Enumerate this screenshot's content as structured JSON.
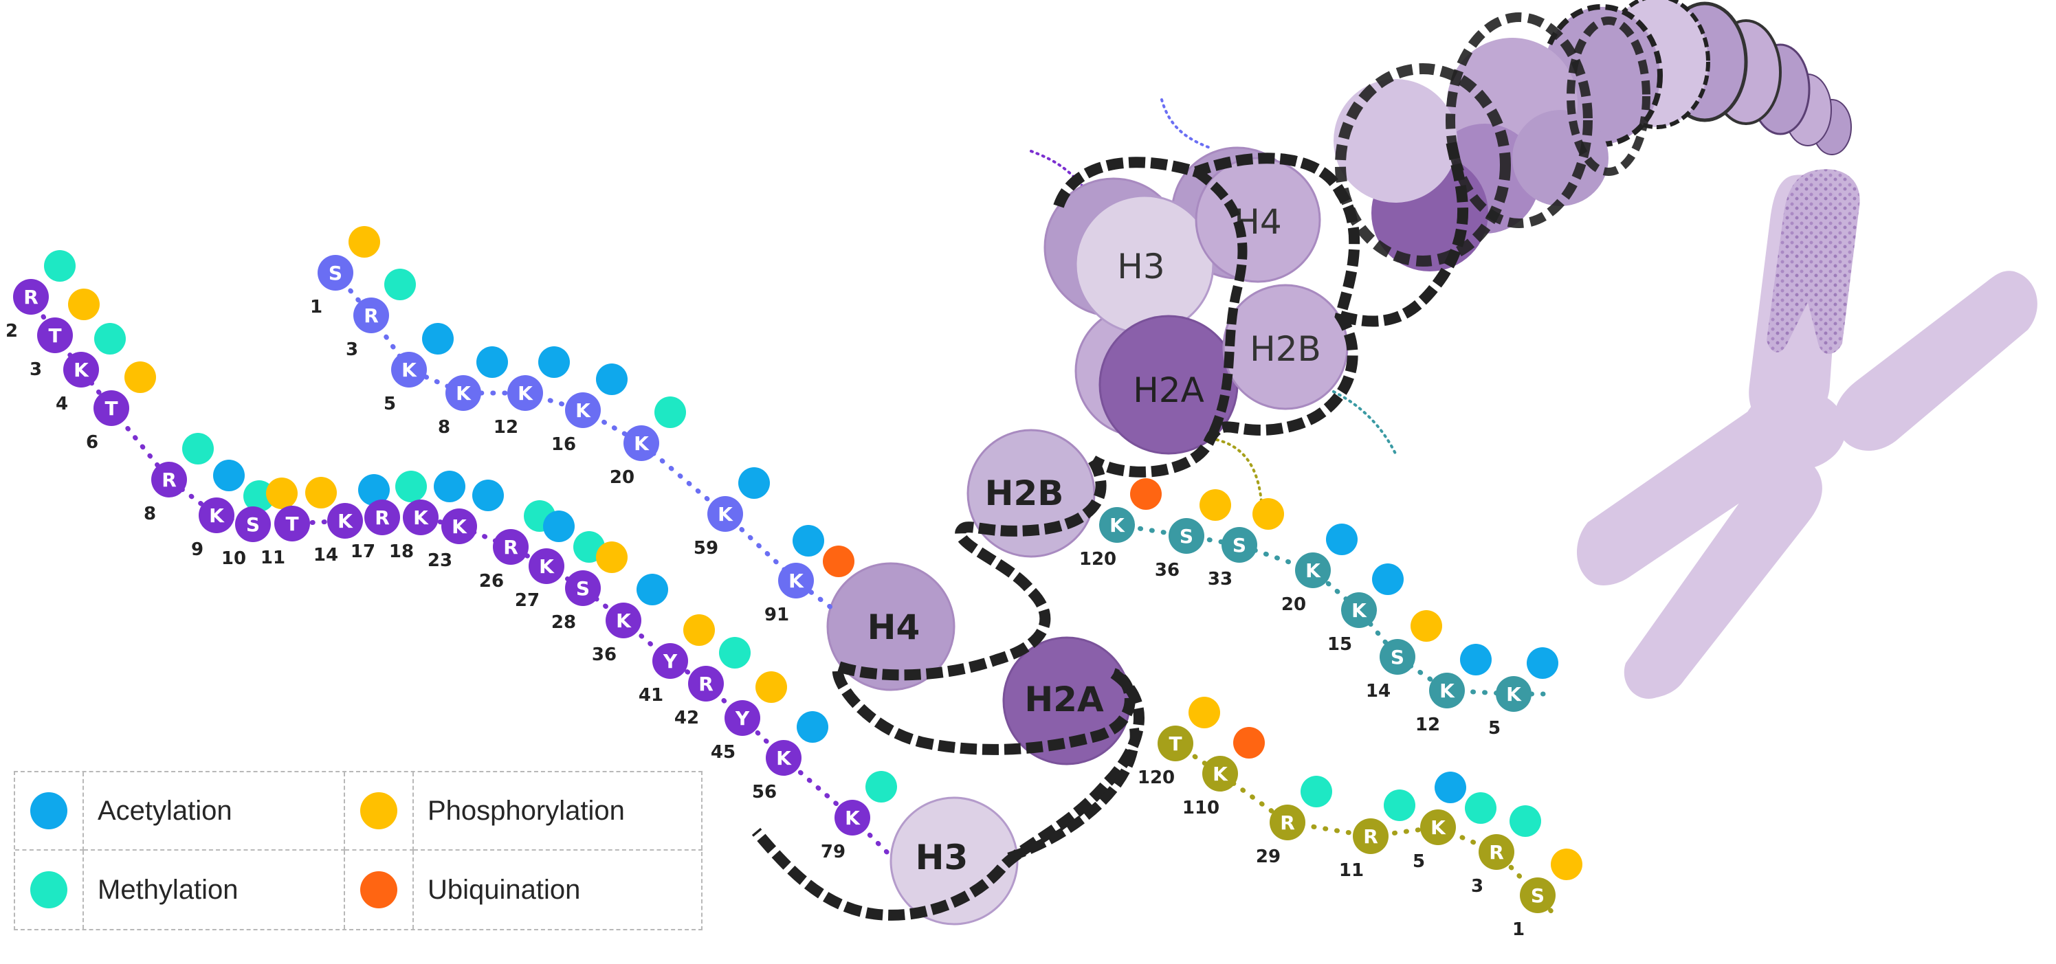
{
  "colors": {
    "acetylation": "#0fa8ec",
    "methylation": "#1ee8c4",
    "phosphorylation": "#ffc000",
    "ubiquitination": "#ff6512",
    "h3_tail": "#7b2fd0",
    "h4_tail": "#6a6ef3",
    "h2b_tail": "#3a9aa3",
    "h2a_tail": "#a6a01a",
    "histone_light": "#ddd1e6",
    "histone_mid": "#b49bcb",
    "histone_dark": "#8a60aa",
    "chromosome": "#d5c3e0"
  },
  "legend": [
    {
      "key": "acetylation",
      "label": "Acetylation"
    },
    {
      "key": "phosphorylation",
      "label": "Phosphorylation"
    },
    {
      "key": "methylation",
      "label": "Methylation"
    },
    {
      "key": "ubiquitination",
      "label": "Ubiquination"
    }
  ],
  "histone_labels": {
    "h3": "H3",
    "h4": "H4",
    "h2a": "H2A",
    "h2b": "H2B"
  },
  "tails": {
    "h3": [
      {
        "aa": "R",
        "num": "2",
        "mods": [
          "methylation"
        ]
      },
      {
        "aa": "T",
        "num": "3",
        "mods": [
          "phosphorylation"
        ]
      },
      {
        "aa": "K",
        "num": "4",
        "mods": [
          "methylation"
        ]
      },
      {
        "aa": "T",
        "num": "6",
        "mods": [
          "phosphorylation"
        ]
      },
      {
        "aa": "R",
        "num": "8",
        "mods": [
          "methylation"
        ]
      },
      {
        "aa": "K",
        "num": "9",
        "mods": [
          "acetylation",
          "methylation"
        ]
      },
      {
        "aa": "S",
        "num": "10",
        "mods": [
          "phosphorylation"
        ]
      },
      {
        "aa": "T",
        "num": "11",
        "mods": [
          "phosphorylation"
        ]
      },
      {
        "aa": "K",
        "num": "14",
        "mods": [
          "acetylation"
        ]
      },
      {
        "aa": "R",
        "num": "17",
        "mods": [
          "methylation"
        ]
      },
      {
        "aa": "K",
        "num": "18",
        "mods": [
          "acetylation"
        ]
      },
      {
        "aa": "K",
        "num": "23",
        "mods": [
          "acetylation"
        ]
      },
      {
        "aa": "R",
        "num": "26",
        "mods": [
          "methylation"
        ]
      },
      {
        "aa": "K",
        "num": "27",
        "mods": [
          "acetylation",
          "methylation"
        ]
      },
      {
        "aa": "S",
        "num": "28",
        "mods": [
          "phosphorylation"
        ]
      },
      {
        "aa": "K",
        "num": "36",
        "mods": [
          "acetylation"
        ]
      },
      {
        "aa": "Y",
        "num": "41",
        "mods": [
          "phosphorylation"
        ]
      },
      {
        "aa": "R",
        "num": "42",
        "mods": [
          "methylation"
        ]
      },
      {
        "aa": "Y",
        "num": "45",
        "mods": [
          "phosphorylation"
        ]
      },
      {
        "aa": "K",
        "num": "56",
        "mods": [
          "acetylation"
        ]
      },
      {
        "aa": "K",
        "num": "79",
        "mods": [
          "methylation"
        ]
      }
    ],
    "h4": [
      {
        "aa": "S",
        "num": "1",
        "mods": [
          "phosphorylation"
        ]
      },
      {
        "aa": "R",
        "num": "3",
        "mods": [
          "methylation"
        ]
      },
      {
        "aa": "K",
        "num": "5",
        "mods": [
          "acetylation"
        ]
      },
      {
        "aa": "K",
        "num": "8",
        "mods": [
          "acetylation"
        ]
      },
      {
        "aa": "K",
        "num": "12",
        "mods": [
          "acetylation"
        ]
      },
      {
        "aa": "K",
        "num": "16",
        "mods": [
          "acetylation"
        ]
      },
      {
        "aa": "K",
        "num": "20",
        "mods": [
          "methylation"
        ]
      },
      {
        "aa": "K",
        "num": "59",
        "mods": [
          "acetylation"
        ]
      },
      {
        "aa": "K",
        "num": "91",
        "mods": [
          "acetylation",
          "ubiquitination"
        ]
      }
    ],
    "h2b": [
      {
        "aa": "K",
        "num": "120",
        "mods": [
          "ubiquitination"
        ]
      },
      {
        "aa": "S",
        "num": "36",
        "mods": [
          "phosphorylation"
        ]
      },
      {
        "aa": "S",
        "num": "33",
        "mods": [
          "phosphorylation"
        ]
      },
      {
        "aa": "K",
        "num": "20",
        "mods": [
          "acetylation"
        ]
      },
      {
        "aa": "K",
        "num": "15",
        "mods": [
          "acetylation"
        ]
      },
      {
        "aa": "S",
        "num": "14",
        "mods": [
          "phosphorylation"
        ]
      },
      {
        "aa": "K",
        "num": "12",
        "mods": [
          "acetylation"
        ]
      },
      {
        "aa": "K",
        "num": "5",
        "mods": [
          "acetylation"
        ]
      }
    ],
    "h2a": [
      {
        "aa": "T",
        "num": "120",
        "mods": [
          "phosphorylation"
        ]
      },
      {
        "aa": "K",
        "num": "110",
        "mods": [
          "ubiquitination"
        ]
      },
      {
        "aa": "R",
        "num": "29",
        "mods": [
          "methylation"
        ]
      },
      {
        "aa": "R",
        "num": "11",
        "mods": [
          "methylation"
        ]
      },
      {
        "aa": "K",
        "num": "5",
        "mods": [
          "acetylation",
          "methylation"
        ]
      },
      {
        "aa": "R",
        "num": "3",
        "mods": [
          "methylation"
        ]
      },
      {
        "aa": "S",
        "num": "1",
        "mods": [
          "phosphorylation"
        ]
      }
    ]
  }
}
